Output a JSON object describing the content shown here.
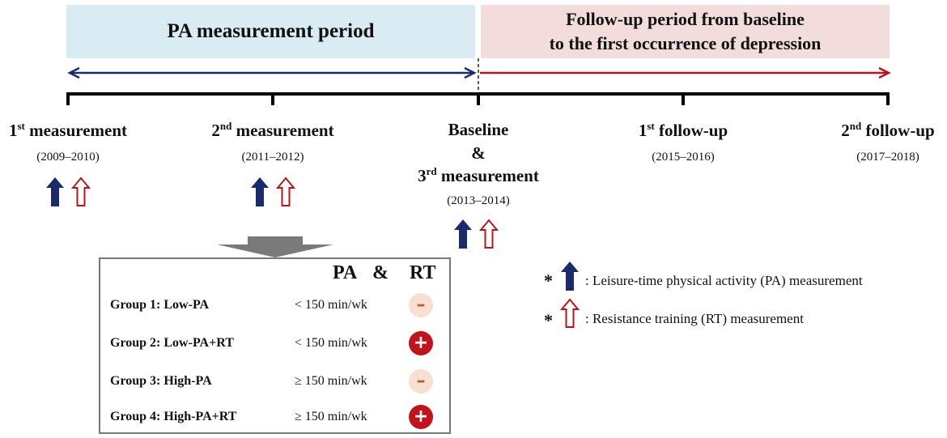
{
  "bands": {
    "pa_period": "PA measurement period",
    "followup_line1": "Follow-up period from baseline",
    "followup_line2": "to the first occurrence of depression"
  },
  "timepoints": [
    {
      "ordinal": "1",
      "suffix": "st",
      "word": "measurement",
      "date": "(2009–2010)"
    },
    {
      "ordinal": "2",
      "suffix": "nd",
      "word": "measurement",
      "date": "(2011–2012)"
    },
    {
      "prefix": "Baseline",
      "amp": "&",
      "ordinal": "3",
      "suffix": "rd",
      "word": "measurement",
      "date": "(2013–2014)"
    },
    {
      "ordinal": "1",
      "suffix": "st",
      "word": "follow-up",
      "date": "(2015–2016)"
    },
    {
      "ordinal": "2",
      "suffix": "nd",
      "word": "follow-up",
      "date": "(2017–2018)"
    }
  ],
  "groups_table": {
    "col_pa": "PA",
    "col_amp": "&",
    "col_rt": "RT",
    "rows": [
      {
        "label": "Group 1: Low-PA",
        "pa": "< 150 min/wk",
        "rt_symbol": "–",
        "rt": "minus"
      },
      {
        "label": "Group 2: Low-PA+RT",
        "pa": "< 150 min/wk",
        "rt_symbol": "+",
        "rt": "plus"
      },
      {
        "label": "Group 3: High-PA",
        "pa": "≥ 150 min/wk",
        "rt_symbol": "–",
        "rt": "minus"
      },
      {
        "label": "Group 4: High-PA+RT",
        "pa": "≥ 150 min/wk",
        "rt_symbol": "+",
        "rt": "plus"
      }
    ]
  },
  "legend": {
    "star": "*",
    "pa_text": ": Leisure-time physical activity (PA) measurement",
    "rt_text": ": Resistance training (RT) measurement"
  },
  "colors": {
    "pa_band": "#d9ebf3",
    "followup_band": "#f3dcdc",
    "pa_arrow": "#1b2a6b",
    "rt_arrow": "#b5161e",
    "plus_badge": "#c0141d",
    "minus_badge": "#f7dfd2"
  },
  "icons": {
    "pa_measure": "solid-up-arrow-icon",
    "rt_measure": "outline-up-arrow-icon",
    "funnel": "down-trapezoid-icon"
  }
}
